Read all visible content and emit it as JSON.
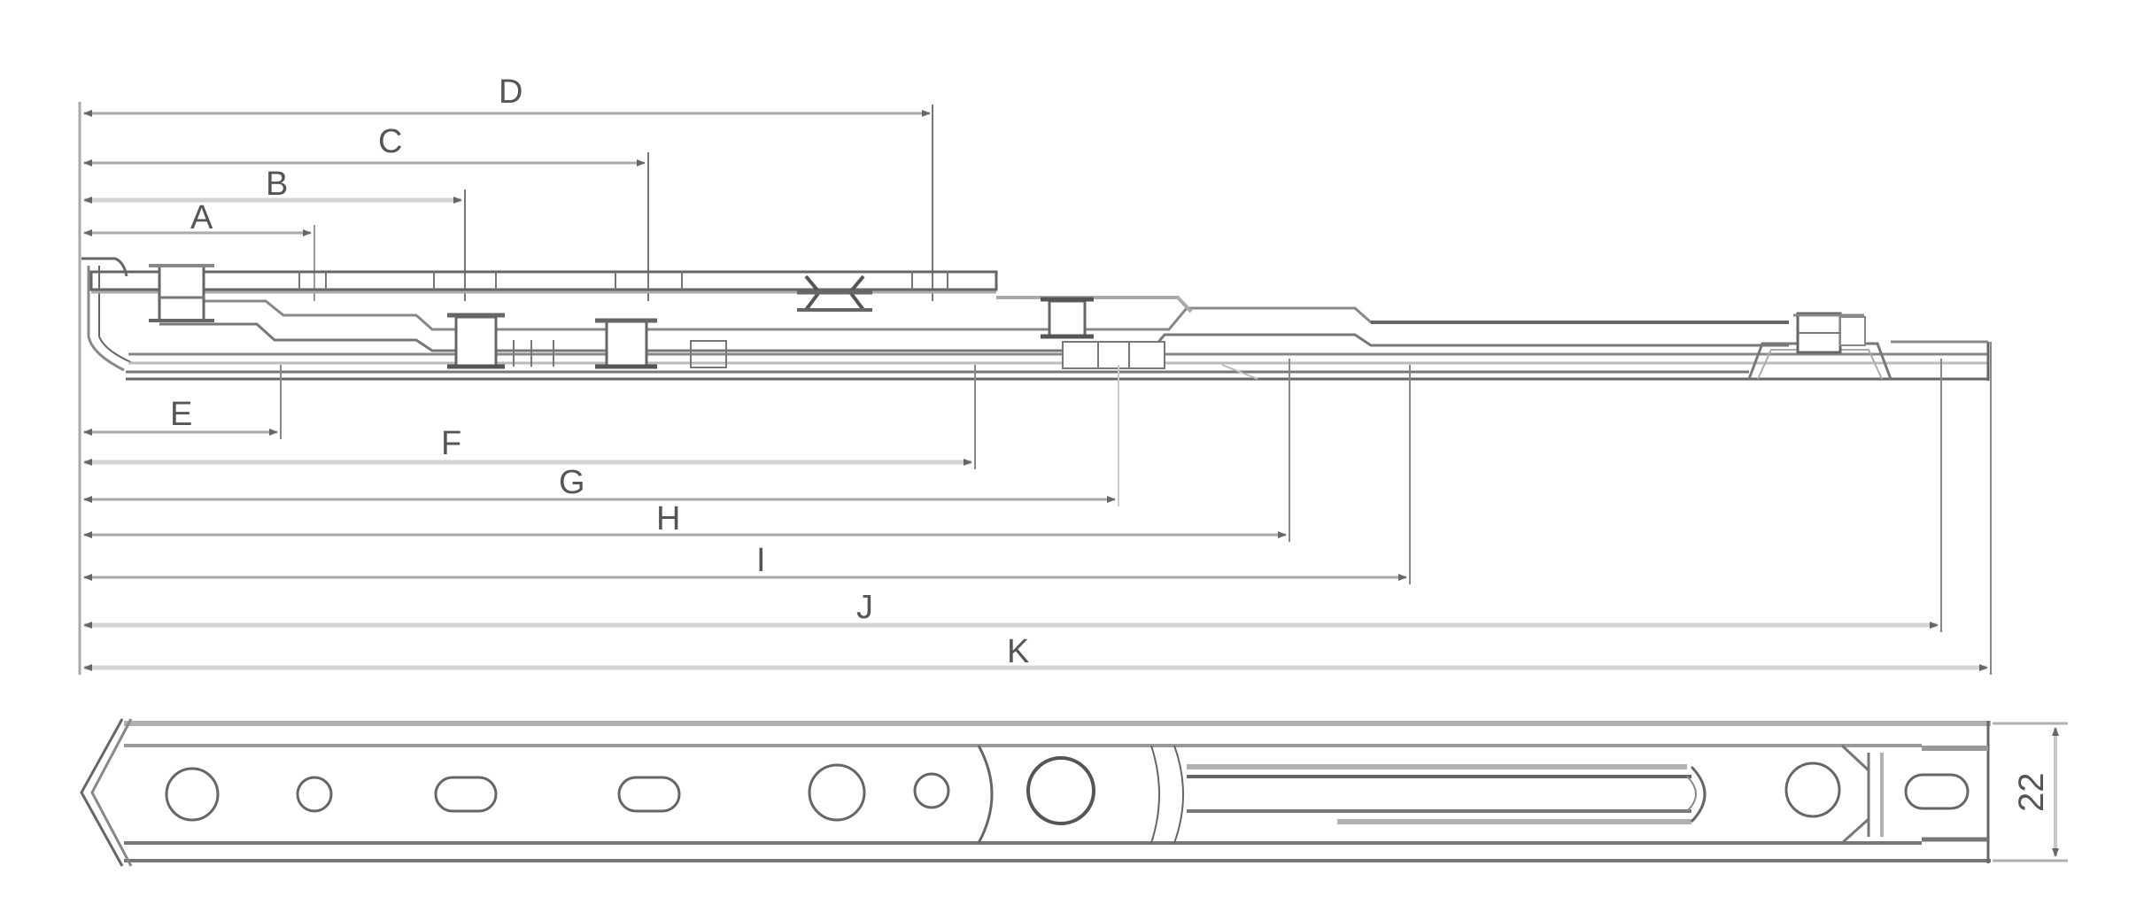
{
  "drawing": {
    "type": "drawer slide technical drawing",
    "views": [
      "side view",
      "top view"
    ],
    "colors": {
      "line_dark": "#666666",
      "line_mid": "#8c8c8c",
      "line_light": "#b0b0b0",
      "line_faint": "#d4d4d4",
      "text": "#555555",
      "background": "#ffffff"
    }
  },
  "side_view": {
    "dimensions_above": [
      {
        "id": "D",
        "label": "D"
      },
      {
        "id": "C",
        "label": "C"
      },
      {
        "id": "B",
        "label": "B"
      },
      {
        "id": "A",
        "label": "A"
      }
    ],
    "dimensions_below": [
      {
        "id": "E",
        "label": "E"
      },
      {
        "id": "F",
        "label": "F"
      },
      {
        "id": "G",
        "label": "G"
      },
      {
        "id": "H",
        "label": "H"
      },
      {
        "id": "I",
        "label": "I"
      },
      {
        "id": "J",
        "label": "J"
      },
      {
        "id": "K",
        "label": "K"
      }
    ]
  },
  "top_view": {
    "width_dimension": {
      "label": "22"
    },
    "holes": [
      "round",
      "round-small",
      "slot",
      "slot",
      "round",
      "round-small",
      "round-large",
      "long-slot",
      "round",
      "slot"
    ]
  }
}
